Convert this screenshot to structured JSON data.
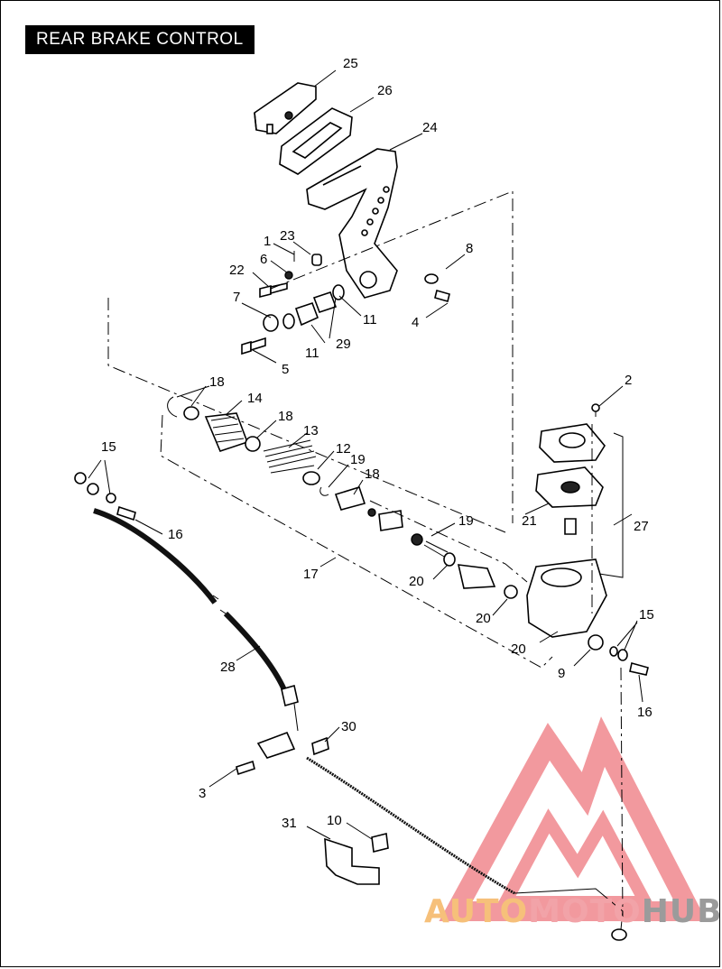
{
  "diagram": {
    "title": "REAR BRAKE CONTROL",
    "callouts": [
      "25",
      "26",
      "24",
      "1",
      "23",
      "6",
      "22",
      "8",
      "7",
      "11",
      "4",
      "29",
      "11",
      "5",
      "2",
      "18",
      "14",
      "18",
      "13",
      "15",
      "12",
      "19",
      "18",
      "16",
      "19",
      "21",
      "27",
      "17",
      "20",
      "20",
      "15",
      "20",
      "9",
      "28",
      "16",
      "30",
      "3",
      "31",
      "10"
    ]
  },
  "watermark": {
    "part1": "AUTO",
    "part2": "MOTO",
    "part3": "HUB",
    "colors": {
      "orange": "#f6c07a",
      "pink": "#f2a3a8",
      "gray": "#9b9b9b",
      "logo_red": "#e8474f"
    }
  }
}
